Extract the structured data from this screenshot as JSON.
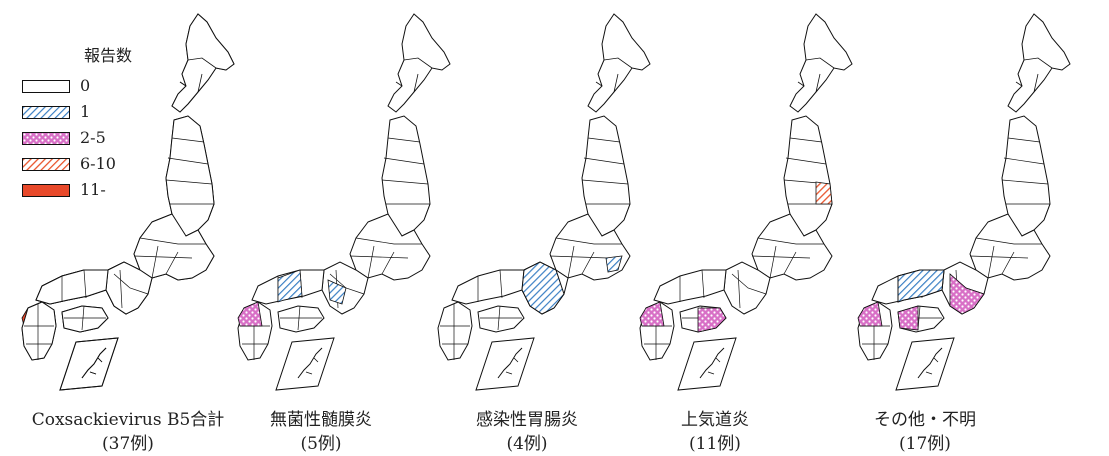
{
  "legend": {
    "title": "報告数",
    "items": [
      {
        "label": "0",
        "pattern": "none"
      },
      {
        "label": "1",
        "pattern": "blue-hatch"
      },
      {
        "label": "2-5",
        "pattern": "pink-dots"
      },
      {
        "label": "6-10",
        "pattern": "orange-hatch"
      },
      {
        "label": "11-",
        "pattern": "red-solid"
      }
    ]
  },
  "colors": {
    "outline": "#111111",
    "blue_hatch": "#3a7fc4",
    "pink_dots": "#d86fc6",
    "orange_hatch": "#e9542b",
    "red_solid": "#e8492a"
  },
  "maps": [
    {
      "caption": "Coxsackievirus B5合計",
      "count": "(37例)"
    },
    {
      "caption": "無菌性髄膜炎",
      "count": "(5例)"
    },
    {
      "caption": "感染性胃腸炎",
      "count": "(4例)"
    },
    {
      "caption": "上気道炎",
      "count": "(11例)"
    },
    {
      "caption": "その他・不明",
      "count": "(17例)"
    }
  ]
}
